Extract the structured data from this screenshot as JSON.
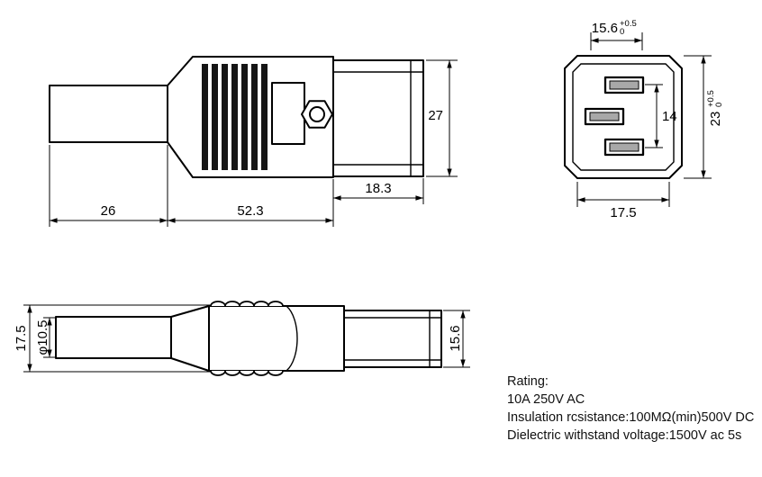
{
  "drawing": {
    "side_view": {
      "dim_height": "27",
      "dim_front_len": "18.3",
      "dim_cable_len": "26",
      "dim_body_len": "52.3"
    },
    "front_view": {
      "dim_width": {
        "value": "15.6",
        "tol_plus": "+0.5",
        "tol_zero": "0"
      },
      "dim_height": {
        "value": "23",
        "tol_plus": "+0.5",
        "tol_zero": "0"
      },
      "dim_pin_span": "14",
      "dim_face_width": "17.5"
    },
    "top_view": {
      "dim_overall": "17.5",
      "dim_cable_dia": "φ10.5",
      "dim_front_width": "15.6"
    }
  },
  "rating": {
    "title": "Rating:",
    "current": "10A 250V AC",
    "insulation": "Insulation rcsistance:100MΩ(min)500V  DC",
    "dielectric": "Dielectric withstand voltage:1500V ac 5s"
  }
}
